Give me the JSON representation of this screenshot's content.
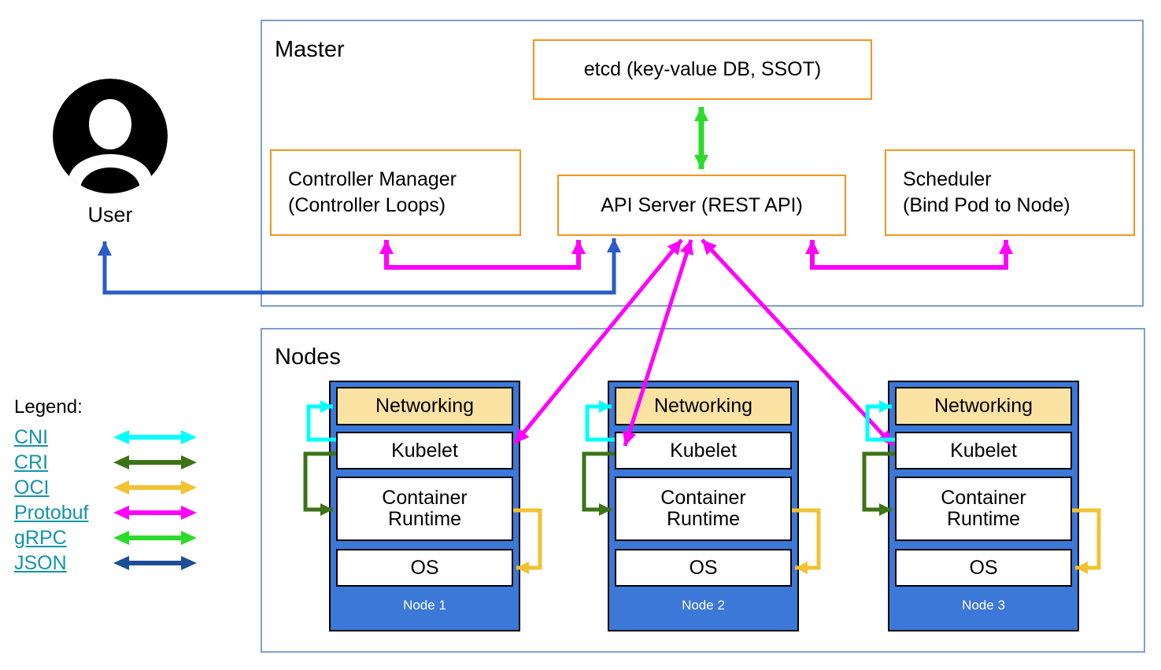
{
  "user": {
    "label": "User"
  },
  "master": {
    "title": "Master",
    "etcd_label": "etcd (key-value DB, SSOT)",
    "controller_manager_line1": "Controller Manager",
    "controller_manager_line2": "(Controller Loops)",
    "api_server_label": "API Server (REST API)",
    "scheduler_line1": "Scheduler",
    "scheduler_line2": "(Bind Pod to Node)"
  },
  "nodes_section": {
    "title": "Nodes",
    "nodes": [
      {
        "name": "Node 1",
        "layers": {
          "networking": "Networking",
          "kubelet": "Kubelet",
          "runtime": "Container Runtime",
          "os": "OS"
        }
      },
      {
        "name": "Node 2",
        "layers": {
          "networking": "Networking",
          "kubelet": "Kubelet",
          "runtime": "Container Runtime",
          "os": "OS"
        }
      },
      {
        "name": "Node 3",
        "layers": {
          "networking": "Networking",
          "kubelet": "Kubelet",
          "runtime": "Container Runtime",
          "os": "OS"
        }
      }
    ]
  },
  "legend": {
    "title": "Legend:",
    "items": [
      {
        "label": "CNI",
        "color": "#00FFFF"
      },
      {
        "label": "CRI",
        "color": "#3C7317"
      },
      {
        "label": "OCI",
        "color": "#F1C232"
      },
      {
        "label": "Protobuf",
        "color": "#FF00FF"
      },
      {
        "label": "gRPC",
        "color": "#2BDB2B"
      },
      {
        "label": "JSON",
        "color": "#1C4E96"
      }
    ]
  },
  "colors": {
    "frame_border": "#7E9FCC",
    "component_border": "#F7941E",
    "node_fill": "#3C78D8",
    "networking_fill": "#FAE2A2",
    "user_api_arrow": "#2A5BC9",
    "legend_link": "#1295A8"
  }
}
